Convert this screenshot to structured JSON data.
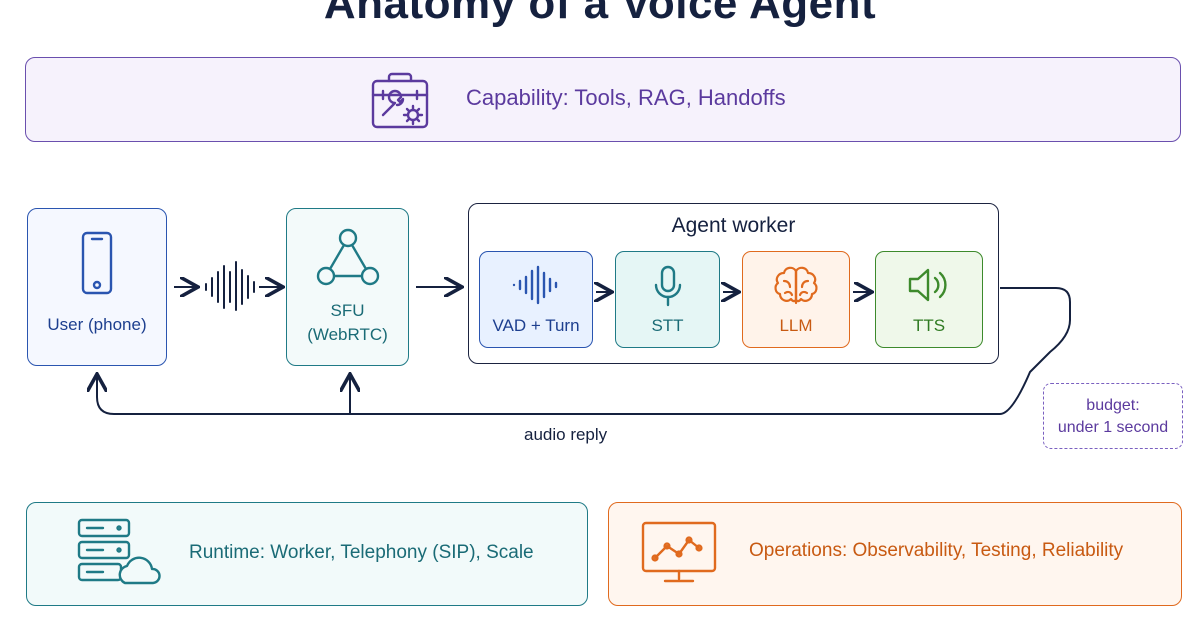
{
  "title": "Anatomy of a Voice Agent",
  "capability": {
    "label": "Capability: Tools, RAG, Handoffs",
    "icon": "toolbox-icon"
  },
  "user": {
    "label": "User (phone)",
    "icon": "phone-icon"
  },
  "sfu": {
    "label_line1": "SFU",
    "label_line2": "(WebRTC)",
    "icon": "network-triangle-icon"
  },
  "agent": {
    "title": "Agent worker",
    "stages": [
      {
        "label": "VAD + Turn",
        "icon": "waveform-icon"
      },
      {
        "label": "STT",
        "icon": "microphone-icon"
      },
      {
        "label": "LLM",
        "icon": "brain-icon"
      },
      {
        "label": "TTS",
        "icon": "speaker-icon"
      }
    ]
  },
  "reply_label": "audio reply",
  "budget": {
    "line1": "budget:",
    "line2": "under 1 second"
  },
  "runtime": {
    "label": "Runtime: Worker, Telephony (SIP), Scale",
    "icon": "server-cloud-icon"
  },
  "operations": {
    "label": "Operations: Observability, Testing, Reliability",
    "icon": "monitor-chart-icon"
  },
  "colors": {
    "purple": "#6a4fae",
    "blue": "#2a55b0",
    "teal": "#1f7a86",
    "orange": "#e06a1e",
    "green": "#3d8a2c",
    "navy": "#15213f"
  }
}
